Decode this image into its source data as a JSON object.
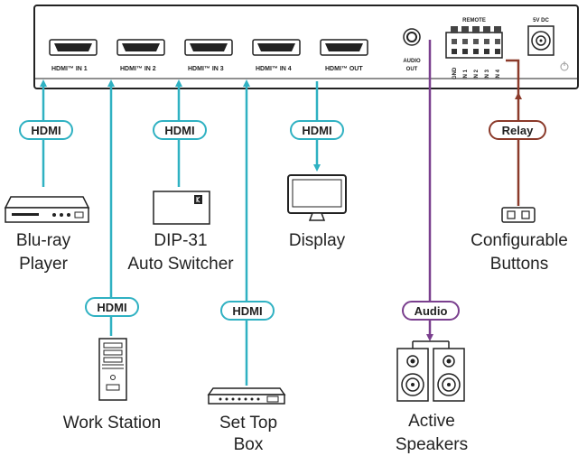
{
  "unit": {
    "ports": [
      {
        "label": "HDMI™ IN 1"
      },
      {
        "label": "HDMI™ IN 2"
      },
      {
        "label": "HDMI™ IN 3"
      },
      {
        "label": "HDMI™ IN 4"
      },
      {
        "label": "HDMI™ OUT"
      }
    ],
    "audio_out": [
      "AUDIO",
      "OUT"
    ],
    "remote": "REMOTE",
    "remote_pins": [
      "GND",
      "IN 1",
      "IN 2",
      "IN 3",
      "IN 4"
    ],
    "power": "5V DC"
  },
  "tags": {
    "in1": "HDMI",
    "in3": "HDMI",
    "out": "HDMI",
    "relay": "Relay",
    "in2": "HDMI",
    "in4": "HDMI",
    "audio": "Audio"
  },
  "devices": {
    "bluray": [
      "Blu-ray",
      "Player"
    ],
    "dip31": [
      "DIP-31",
      "Auto Switcher"
    ],
    "display": [
      "Display"
    ],
    "buttons": [
      "Configurable",
      "Buttons"
    ],
    "workstation": [
      "Work Station"
    ],
    "settop": [
      "Set Top",
      "Box"
    ],
    "speakers": [
      "Active",
      "Speakers"
    ]
  },
  "colors": {
    "hdmi_line": "#2fb1c2",
    "audio_line": "#7a3f8e",
    "relay_line": "#8b3a2a",
    "ink": "#222222"
  }
}
